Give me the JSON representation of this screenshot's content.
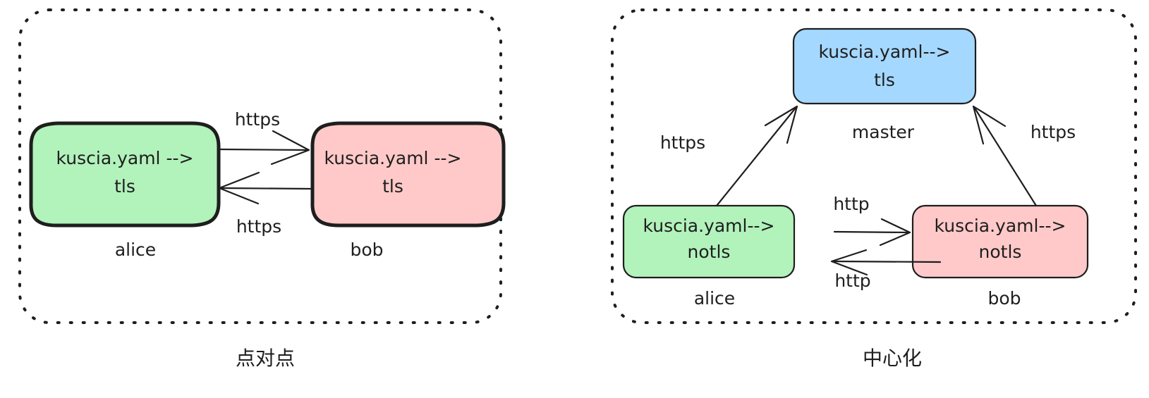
{
  "diagram": {
    "title_p2p": "点对点",
    "title_centralized": "中心化",
    "colors": {
      "green_fill": "#b2f2bb",
      "pink_fill": "#ffc9c9",
      "blue_fill": "#a5d8ff",
      "stroke": "#1e1e1e",
      "background": "#ffffff"
    },
    "panels": [
      {
        "id": "p2p",
        "caption": "点对点",
        "nodes": [
          {
            "id": "p2p-alice",
            "caption": "alice",
            "line1": "kuscia.yaml -->",
            "line2": "tls",
            "color": "green"
          },
          {
            "id": "p2p-bob",
            "caption": "bob",
            "line1": "kuscia.yaml -->",
            "line2": "tls",
            "color": "pink"
          }
        ],
        "edges": [
          {
            "id": "p2p-alice-to-bob",
            "label": "https",
            "from": "alice",
            "to": "bob"
          },
          {
            "id": "p2p-bob-to-alice",
            "label": "https",
            "from": "bob",
            "to": "alice"
          }
        ]
      },
      {
        "id": "centralized",
        "caption": "中心化",
        "nodes": [
          {
            "id": "c-master",
            "caption": "master",
            "line1": "kuscia.yaml-->",
            "line2": "tls",
            "color": "blue"
          },
          {
            "id": "c-alice",
            "caption": "alice",
            "line1": "kuscia.yaml-->",
            "line2": "notls",
            "color": "green"
          },
          {
            "id": "c-bob",
            "caption": "bob",
            "line1": "kuscia.yaml-->",
            "line2": "notls",
            "color": "pink"
          }
        ],
        "edges": [
          {
            "id": "c-alice-to-master",
            "label": "https",
            "from": "alice",
            "to": "master"
          },
          {
            "id": "c-bob-to-master",
            "label": "https",
            "from": "bob",
            "to": "master"
          },
          {
            "id": "c-alice-to-bob",
            "label": "http",
            "from": "alice",
            "to": "bob"
          },
          {
            "id": "c-bob-to-alice",
            "label": "http",
            "from": "bob",
            "to": "alice"
          }
        ]
      }
    ]
  }
}
